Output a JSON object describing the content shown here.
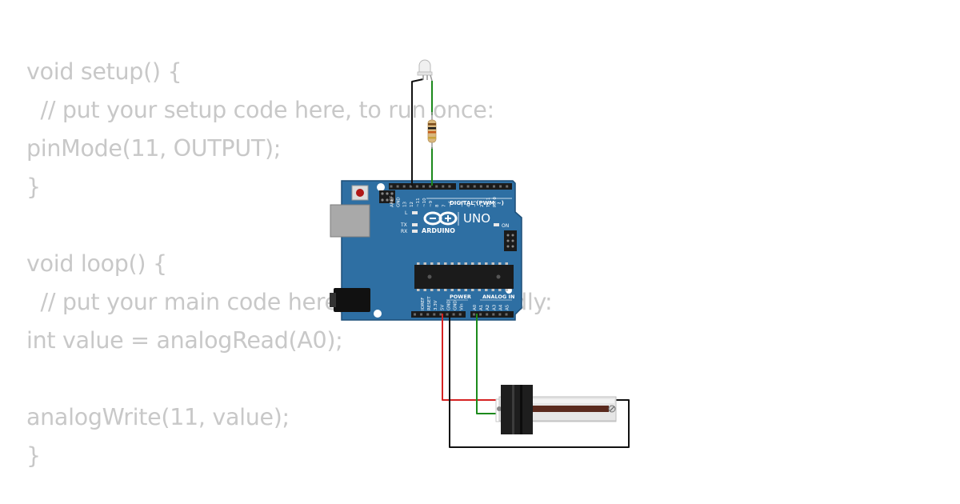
{
  "code": {
    "lines": [
      "void setup() {",
      "  // put your setup code here, to run once:",
      "pinMode(11, OUTPUT);",
      "}",
      "",
      "void loop() {",
      "  // put your main code here, to run repeatedly:",
      "int value = analogRead(A0);",
      "",
      "analogWrite(11, value);",
      "}"
    ]
  },
  "board": {
    "model_label": "UNO",
    "brand_label": "ARDUINO",
    "digital_label": "DIGITAL (PWM ~)",
    "power_label": "POWER",
    "analog_label": "ANALOG IN",
    "on_label": "ON",
    "l_label": "L",
    "tx_label": "TX",
    "rx_label": "RX",
    "digital_pins": [
      "AREF",
      "GND",
      "13",
      "12",
      "~11",
      "~10",
      "~9",
      "8",
      "7",
      "~6",
      "~5",
      "4",
      "~3",
      "2",
      "TX 1",
      "RX 0"
    ],
    "power_pins": [
      "IOREF",
      "RESET",
      "3.3V",
      "5V",
      "GND",
      "GND",
      "Vin"
    ],
    "analog_pins": [
      "A0",
      "A1",
      "A2",
      "A3",
      "A4",
      "A5"
    ]
  },
  "colors": {
    "code_text": "#c8c8c8",
    "board": "#2e6fa3",
    "wire_red": "#d52222",
    "wire_green": "#1c8a1c",
    "wire_black": "#111111"
  },
  "components": {
    "led_icon": "led-icon",
    "resistor_icon": "resistor-icon",
    "potentiometer_icon": "slide-potentiometer-icon"
  }
}
